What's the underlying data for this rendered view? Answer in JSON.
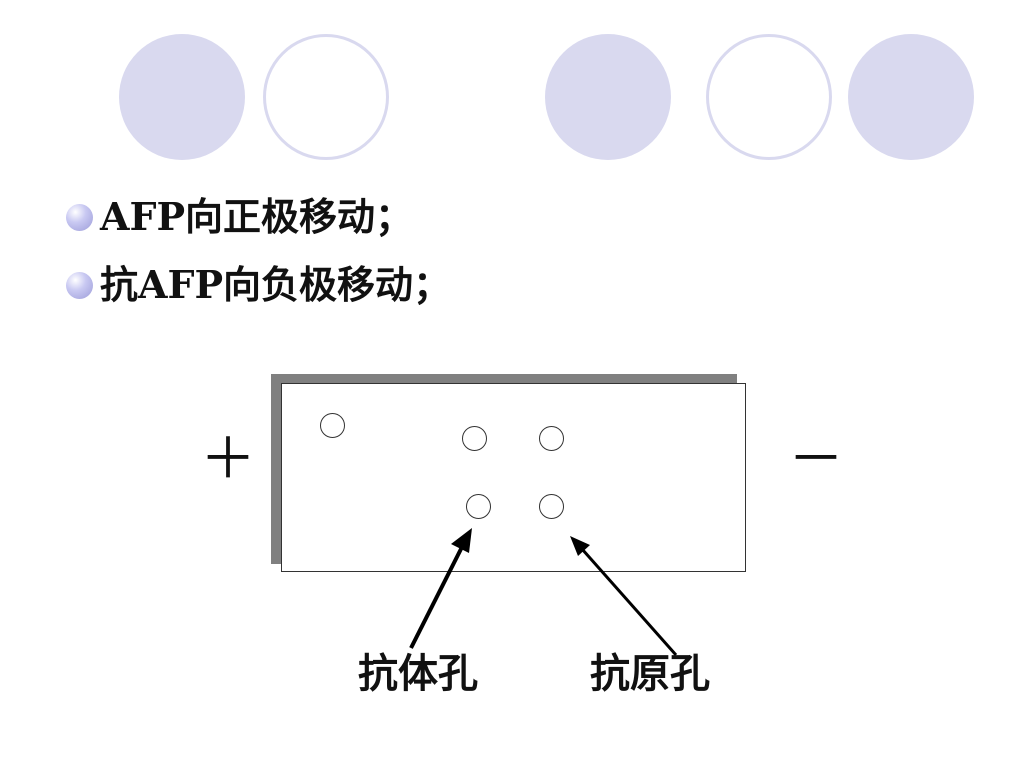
{
  "bullets": [
    {
      "text": "AFP向正极移动；"
    },
    {
      "text": "抗AFP向负极移动；"
    }
  ],
  "diagram": {
    "positive_sign": "＋",
    "negative_sign": "－",
    "labels": {
      "antibody_hole": "抗体孔",
      "antigen_hole": "抗原孔"
    }
  },
  "colors": {
    "decor_circles": "#d9d9ef",
    "bullet_dot": "#b6b6e8",
    "gel_shadow": "#808080",
    "text": "#111111"
  }
}
